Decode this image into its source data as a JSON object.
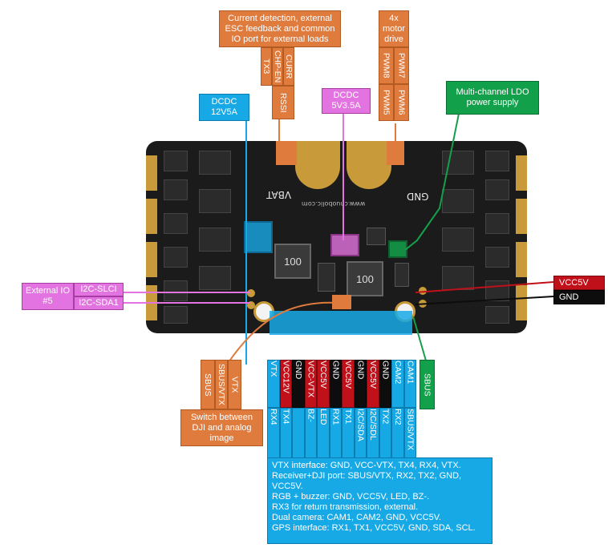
{
  "labels": {
    "current": "Current detection, external ESC feedback and common IO port for external loads",
    "current_pins": [
      "TX3",
      "CHP-EN",
      "CURR",
      "RSSI"
    ],
    "motor_drive": "4x motor drive",
    "motor_pins": [
      "PWM8",
      "PWM7",
      "PWM5",
      "PWM6"
    ],
    "ldo": "Multi-channel LDO power supply",
    "dcdc12": "DCDC 12V5A",
    "dcdc5": "DCDC 5V3.5A",
    "ext_io": "External IO #5",
    "i2c_scl": "I2C-SLCI",
    "i2c_sda": "I2C-SDA1",
    "vcc5v_right": "VCC5V",
    "gnd_right": "GND",
    "sbus_right": "SBUS",
    "switch_pins": [
      "SBUS",
      "SBUS/VTX",
      "VTX"
    ],
    "switch_desc": "Switch between DJI and analog image"
  },
  "board": {
    "vbat": "VBAT",
    "gnd": "GND",
    "url": "www.chuobolic.com",
    "inductor": "100"
  },
  "pin_columns": [
    {
      "top": "VTX",
      "bottom": "RX4"
    },
    {
      "top": "VCC12V",
      "bottom": "TX4"
    },
    {
      "top": "GND",
      "bottom": ""
    },
    {
      "top": "VCC-VTX",
      "bottom": "BZ-"
    },
    {
      "top": "VCC5V",
      "bottom": "LED"
    },
    {
      "top": "GND",
      "bottom": "RX1"
    },
    {
      "top": "VCC5V",
      "bottom": "TX1"
    },
    {
      "top": "GND",
      "bottom": "I2C/SDA"
    },
    {
      "top": "VCC5V",
      "bottom": "I2C/SDL"
    },
    {
      "top": "GND",
      "bottom": "TX2"
    },
    {
      "top": "CAM2",
      "bottom": "RX2"
    },
    {
      "top": "CAM1",
      "bottom": "SBUS/VTX"
    }
  ],
  "info_lines": [
    "VTX interface: GND, VCC-VTX, TX4, RX4, VTX.",
    "Receiver+DJI port: SBUS/VTX, RX2, TX2, GND,",
    "VCC5V.",
    "RGB + buzzer: GND, VCC5V, LED, BZ-.",
    "RX3 for return transmission, external.",
    "Dual camera: CAM1, CAM2, GND, VCC5V.",
    "GPS interface: RX1, TX1, VCC5V, GND, SDA, SCL."
  ],
  "colors": {
    "orange": "#e07b3e",
    "blue": "#17a9e6",
    "pink": "#e373e0",
    "green": "#13a04a",
    "red": "#c0101a",
    "black": "#0d0d0d"
  }
}
